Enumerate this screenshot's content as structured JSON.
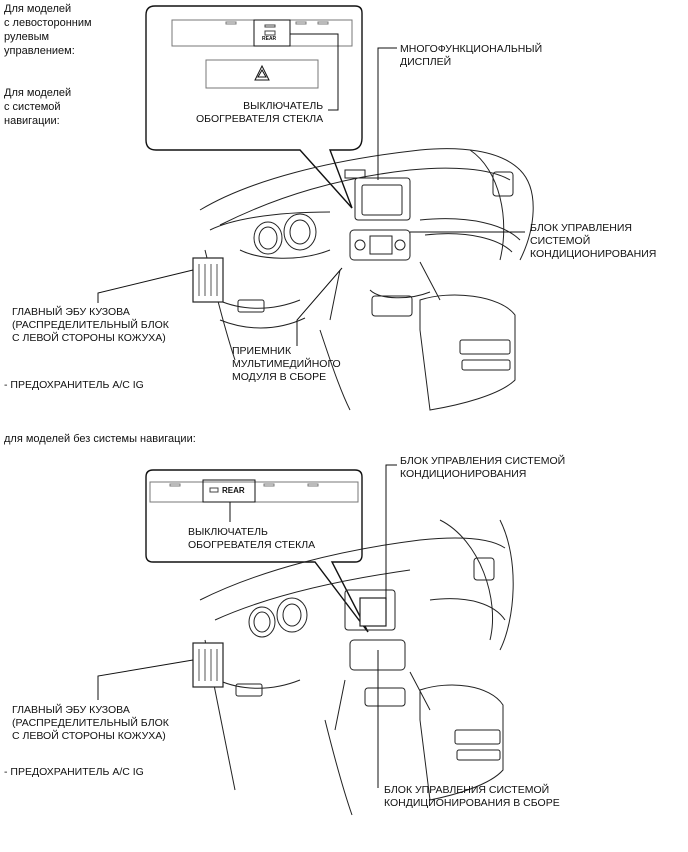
{
  "top": {
    "lhd_note": "Для моделей\nс левосторонним\nрулевым\nуправлением:",
    "nav_note": "Для моделей\nс системой\nнавигации:",
    "rear_label": "REAR",
    "defogger_switch": "ВЫКЛЮЧАТЕЛЬ\nОБОГРЕВАТЕЛЯ СТЕКЛА",
    "multi_display": "МНОГОФУНКЦИОНАЛЬНЫЙ\nДИСПЛЕЙ",
    "ac_control_unit": "БЛОК УПРАВЛЕНИЯ\nСИСТЕМОЙ\nКОНДИЦИОНИРОВАНИЯ",
    "body_ecu": "ГЛАВНЫЙ ЭБУ КУЗОВА\n(РАСПРЕДЕЛИТЕЛЬНЫЙ БЛОК\nС ЛЕВОЙ СТОРОНЫ КОЖУХА)",
    "fuse": "- ПРЕДОХРАНИТЕЛЬ A/C IG",
    "receiver": "ПРИЕМНИК\nМУЛЬТИМЕДИЙНОГО\nМОДУЛЯ В СБОРЕ"
  },
  "bottom": {
    "heading": "для моделей без системы навигации:",
    "rear_label": "REAR",
    "ac_control_unit": "БЛОК УПРАВЛЕНИЯ СИСТЕМОЙ\nКОНДИЦИОНИРОВАНИЯ",
    "defogger_switch": "ВЫКЛЮЧАТЕЛЬ\nОБОГРЕВАТЕЛЯ СТЕКЛА",
    "body_ecu": "ГЛАВНЫЙ ЭБУ КУЗОВА\n(РАСПРЕДЕЛИТЕЛЬНЫЙ БЛОК\nС ЛЕВОЙ СТОРОНЫ КОЖУХА)",
    "fuse": "- ПРЕДОХРАНИТЕЛЬ A/C IG",
    "ac_control_assembly": "БЛОК УПРАВЛЕНИЯ СИСТЕМОЙ\nКОНДИЦИОНИРОВАНИЯ В СБОРЕ"
  }
}
